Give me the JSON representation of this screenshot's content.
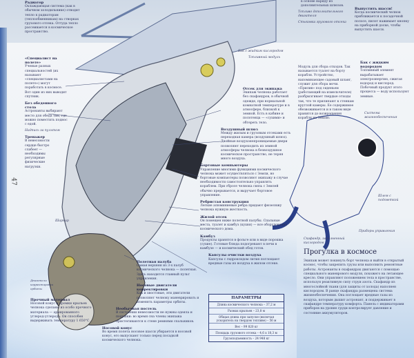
{
  "page_number": "47",
  "top_page": {
    "radiator": {
      "title": "Радиатор",
      "text": "Охлаждающая система (как в обычном холодильнике) отводит тепло к радиаторам (теплообменникам) на створках грузового отсека. Оттуда тепло рассеивается в космическое пространство."
    },
    "fuel_label": "Топливо дополнительного двигателя",
    "docking_label": "Стыковка грузового отсека",
    "docking_prev": "в основе наряду из дополнительных шлюзов.",
    "gear": {
      "title": "Выпустить шасси!",
      "text": "Когда космический челнок приближается к посадочной полосе, пилот нажимает кнопку на приборной доске, чтобы выпустить шасси."
    }
  },
  "left_column": [
    {
      "title": "«Специалист на полете»",
      "text": "Ученые разных специальностей (их называют «специалистами на полете») могут поработать в космосе. Вот один из них выводит спутник."
    },
    {
      "title": "Без обеденного стола",
      "text": "Астронавты выбирают место для обеда там, где можно поместить поднос с едой."
    },
    {
      "title": "",
      "text": "Надпись за пультом"
    },
    {
      "title": "Тренажер",
      "text": "В невесомости сердце быстро слабеет — необходимы регулярные физические нагрузки."
    }
  ],
  "center_labels": [
    {
      "title": "Отсек для экипажа",
      "text": "Экипаж челнока работает без скафандров, в обычной одежде, при нормальной комнатной температуре и в атмосфере, близкой к земной. Есть в кабине и полотенца — «сухими» и обтереть тело."
    },
    {
      "title": "Воздушный шлюз",
      "text": "Между жилым и грузовым отсеками есть переходная камера (воздушный шлюз). Двойные воздухонепроницаемые двери позволяют переходить из земной атмосферы челнока в безвоздушное космическое пространство, не теряя много воздуха."
    },
    {
      "title": "Бортовые компьютеры",
      "text": "Управление многими функциями космического челнока может осуществляться с Земли, но бортовые компьютеры позволяют экипажу в случае необходимости самостоятельно управлять кораблем. При сбросе челнока связь с Землей обычно прерывается, и выручает бортовое управление."
    },
    {
      "title": "Ребристая конструкция",
      "text": "Легкие алюминиевые ребра придают фюзеляжу челнока нужную жесткость."
    },
    {
      "title": "Жилой отсек",
      "text": "Он помещен ниже полетной палубы. Спальные места, туалет и камбуз (кухня) — все оборудование космического дома."
    },
    {
      "title": "Камбуз",
      "text": "Продукты хранятся в фольге или в виде порошка (сухие). Готовые блюда подогревают в печи в камбузе — и космический обед готов."
    },
    {
      "title": "Капсулы очистки воздуха",
      "text": "Капсулы с гидроксидом лития поглощают вредные газы из воздуха в жилом отсеке."
    }
  ],
  "upper_right": [
    {
      "title": "",
      "text": "Модуль для сбора отходов. Так называется туалет на борту корабля. Устройство, напоминающее садовый шланг, служит для сбора мочи. «Прилив» под сиденьем (работающий на измельчителе) разбрызгивает твердые отходы так, что те прилипают к стенкам круглой камеры. Ее содержимое обезвоживается и в таком виде хранится до возвращения корабля на Землю."
    },
    {
      "title": "Бак с жидким водородом",
      "text": "Топливный элемент вырабатывает электроэнергию, сжигая водород и кислород. Побочный продукт этого процесса — воду используют земные."
    }
  ],
  "illus_labels": [
    "Бак с жидким кислородом",
    "Топливный модуль",
    "Шарнир",
    "Система жизнеобеспечения",
    "Шлем с подсветкой",
    "Приборы управления",
    "Скафандр, заполненный кислородом",
    "Двигатели корректировки орбиты"
  ],
  "bottom_labels": [
    {
      "title": "Полетная палуба",
      "text": "Самая верхняя из 3-х палуб космического челнока — полетная. Здесь находится главный пульт управления."
    },
    {
      "title": "Носовые двигатели корректировки",
      "text": "Как и хвостовые, эти двигатели позволяют челноку маневрировать и изменять параметры орбиты."
    },
    {
      "title": "Необычная постель",
      "text": "В состоянии невесомости не нужны одеяла и подушки: во время сна члены экипажа пристегиваются к стене ремнями спальников."
    },
    {
      "title": "Носовой конус",
      "text": "Во время полета носовое шасси убирается в носовой конус, его выпускают только перед посадкой космического челнока."
    },
    {
      "title": "Прочный материал",
      "text": "Носовой конус и кромки крыльев челнока сделаны из особо прочного материала — армированного углерод-углерода. Он способен выдерживать температуру 1 650°С."
    }
  ],
  "params": {
    "title": "ПАРАМЕТРЫ",
    "rows": [
      "Длина космического челнока – 37,2 м",
      "Размах крыльев – 23,8 м",
      "Общая длина при запуске (включая ускоритель на твердом топливе) – 56 м",
      "Вес – 99 820 кг",
      "Площадь грузового отсека – 4,6 x 18,3 м",
      "Грузоподъемность – 24 948 кг"
    ]
  },
  "spacewalk": {
    "title": "Прогулка в космосе",
    "text": "Экипаж может покинуть борт челнока и выйти в открытый космос, чтобы закрепить грузы или выполнить ремонтные работы. Астронавты в скафандрах двигаются с помощью специального маневрового модуля, похожего на летающее кресло. Они управляют положением тела в пространстве, используя реактивную силу струи азота. Скафандр из многослойной ткани (для защиты от холода) наполнен кислородом. В ранце скафандра размещена система жизнеобеспечения. Она поглощает вредные газы из воздуха, которым дышит астронавт, и поддерживает в скафандре температуру комфорта. Панель с индикаторами приборов на уровне груди контролирует давление и состояние аккумуляторов."
  }
}
